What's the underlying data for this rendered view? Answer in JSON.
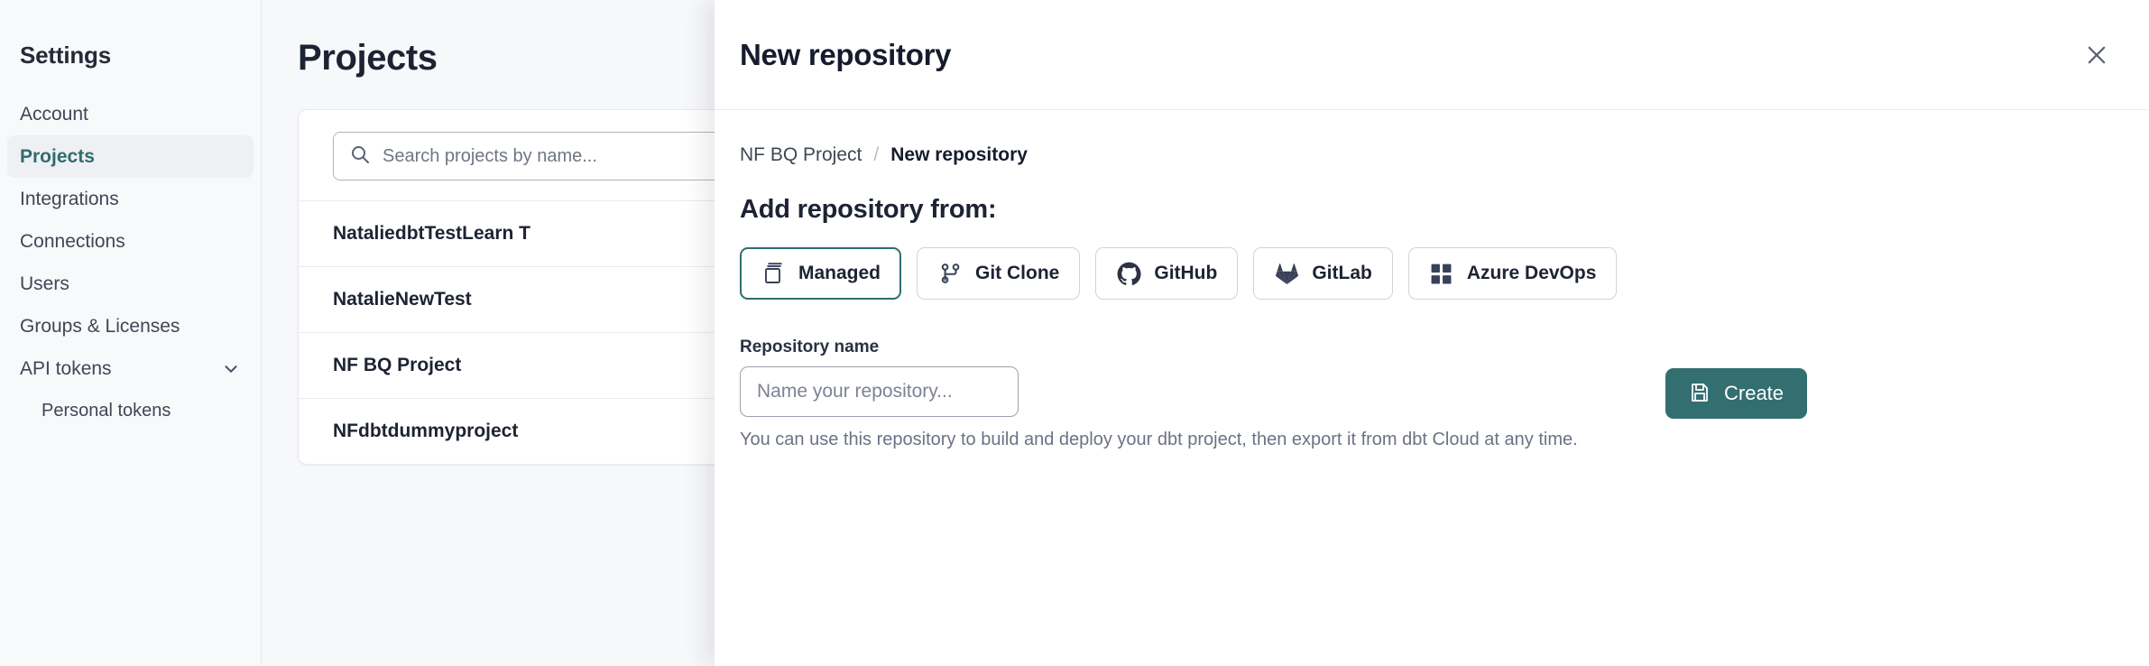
{
  "sidebar": {
    "title": "Settings",
    "items": [
      {
        "label": "Account",
        "active": false,
        "sub": false,
        "chevron": false
      },
      {
        "label": "Projects",
        "active": true,
        "sub": false,
        "chevron": false
      },
      {
        "label": "Integrations",
        "active": false,
        "sub": false,
        "chevron": false
      },
      {
        "label": "Connections",
        "active": false,
        "sub": false,
        "chevron": false
      },
      {
        "label": "Users",
        "active": false,
        "sub": false,
        "chevron": false
      },
      {
        "label": "Groups & Licenses",
        "active": false,
        "sub": false,
        "chevron": false
      },
      {
        "label": "API tokens",
        "active": false,
        "sub": false,
        "chevron": true
      },
      {
        "label": "Personal tokens",
        "active": false,
        "sub": true,
        "chevron": false
      }
    ]
  },
  "main": {
    "page_title": "Projects",
    "search": {
      "placeholder": "Search projects by name...",
      "value": "",
      "icon": "search-icon"
    },
    "projects": [
      "NataliedbtTestLearn T",
      "NatalieNewTest",
      "NF BQ Project",
      "NFdbtdummyproject"
    ]
  },
  "modal": {
    "title": "New repository",
    "close_icon": "close-icon",
    "breadcrumb": {
      "parent": "NF BQ Project",
      "separator": "/",
      "current": "New repository"
    },
    "section_title": "Add repository from:",
    "sources": [
      {
        "label": "Managed",
        "icon": "stack-icon",
        "selected": true
      },
      {
        "label": "Git Clone",
        "icon": "git-branch-icon",
        "selected": false
      },
      {
        "label": "GitHub",
        "icon": "github-icon",
        "selected": false
      },
      {
        "label": "GitLab",
        "icon": "gitlab-icon",
        "selected": false
      },
      {
        "label": "Azure DevOps",
        "icon": "azure-devops-icon",
        "selected": false
      }
    ],
    "repo_name": {
      "label": "Repository name",
      "placeholder": "Name your repository...",
      "value": ""
    },
    "create_button": {
      "label": "Create",
      "icon": "save-icon"
    },
    "helper_text": "You can use this repository to build and deploy your dbt project, then export it from dbt Cloud at any time."
  },
  "colors": {
    "accent_teal": "#336e71",
    "accent_teal_text": "#2f6d6e",
    "text_dark": "#1d2333",
    "text_muted": "#6b7283",
    "border": "#cfd4dc",
    "page_bg": "#f7f8fa"
  }
}
